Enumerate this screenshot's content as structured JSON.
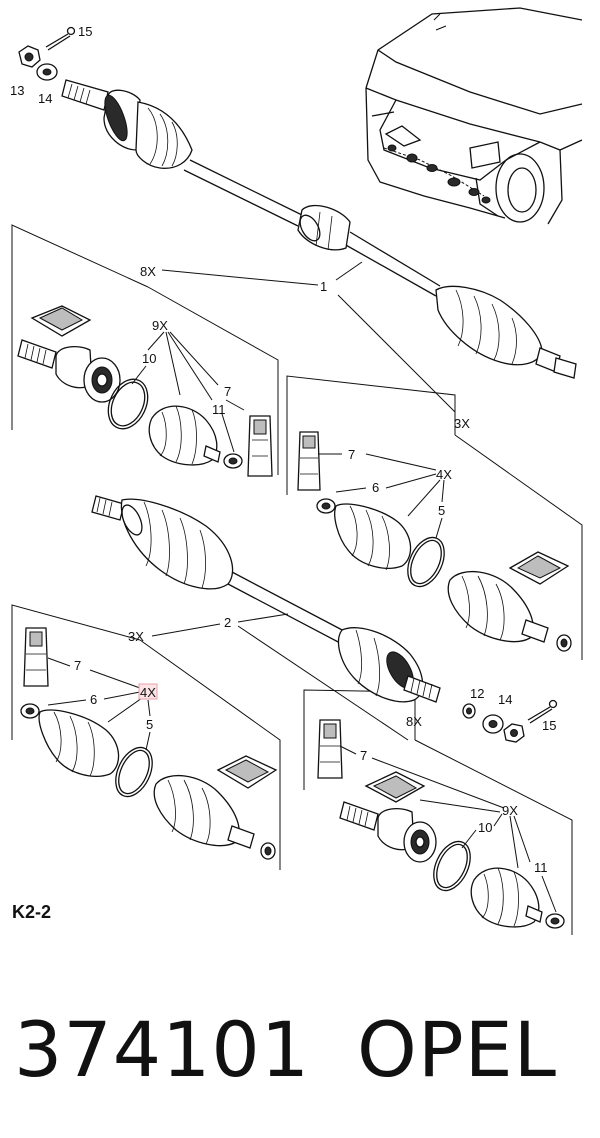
{
  "callouts": {
    "c1": "1",
    "c2": "2",
    "c3x_a": "3X",
    "c3x_b": "3X",
    "c4x_a": "4X",
    "c4x_b": "4X",
    "c5_a": "5",
    "c5_b": "5",
    "c6_a": "6",
    "c6_b": "6",
    "c7_a": "7",
    "c7_b": "7",
    "c7_c": "7",
    "c7_d": "7",
    "c8x_a": "8X",
    "c8x_b": "8X",
    "c9x_a": "9X",
    "c9x_b": "9X",
    "c10_a": "10",
    "c10_b": "10",
    "c11_a": "11",
    "c11_b": "11",
    "c12": "12",
    "c13": "13",
    "c14_a": "14",
    "c14_b": "14",
    "c15_a": "15",
    "c15_b": "15"
  },
  "diagram_code": "K2-2",
  "part_number": "374101",
  "brand": "OPEL",
  "highlight_color": "#e8a0a8"
}
